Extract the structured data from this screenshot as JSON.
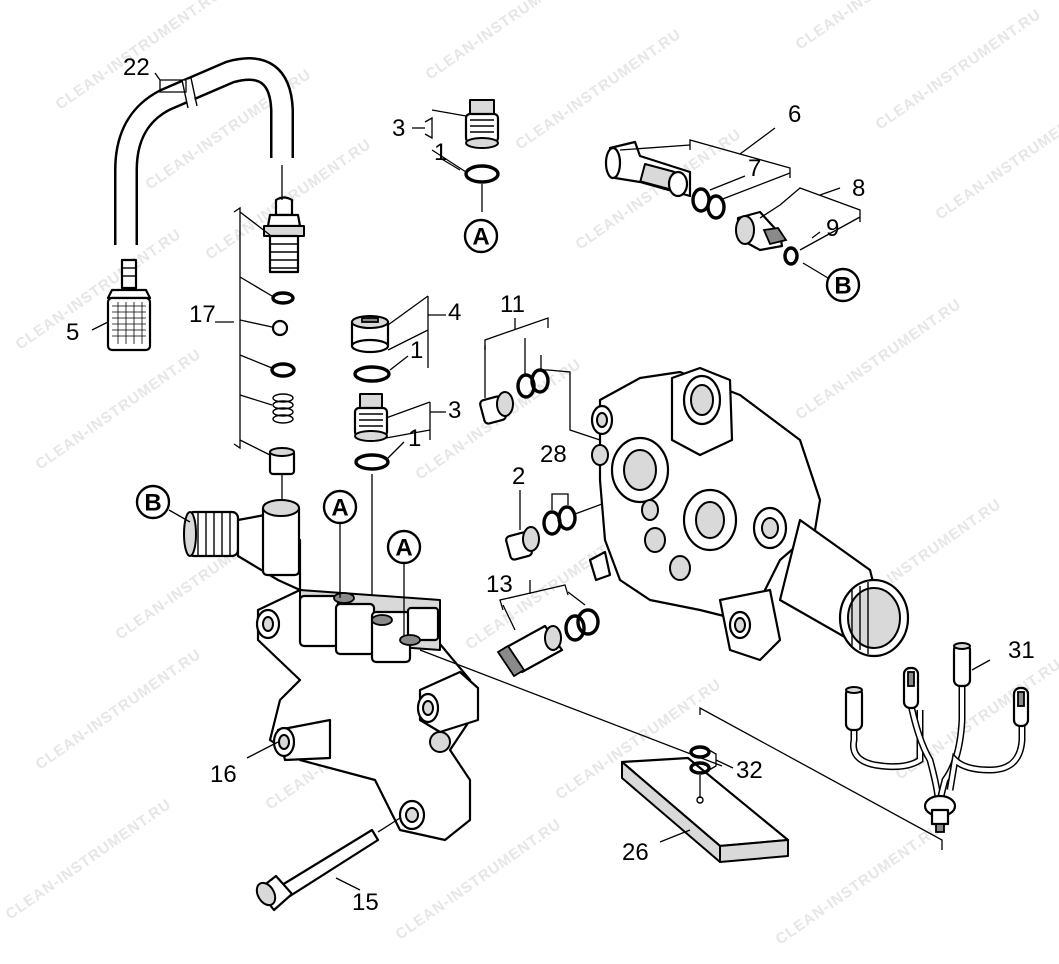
{
  "watermark": "CLEAN-INSTRUMENT.RU",
  "labels": {
    "n1a": "1",
    "n1b": "1",
    "n1c": "1",
    "n2": "2",
    "n3a": "3",
    "n3b": "3",
    "n4": "4",
    "n5": "5",
    "n6": "6",
    "n7": "7",
    "n8": "8",
    "n9": "9",
    "n11": "11",
    "n13": "13",
    "n15": "15",
    "n16": "16",
    "n17": "17",
    "n22": "22",
    "n26": "26",
    "n28": "28",
    "n31": "31",
    "n32": "32"
  },
  "refs": {
    "a_top": "A",
    "a_mid1": "A",
    "a_mid2": "A",
    "b_right": "B",
    "b_left": "B"
  }
}
